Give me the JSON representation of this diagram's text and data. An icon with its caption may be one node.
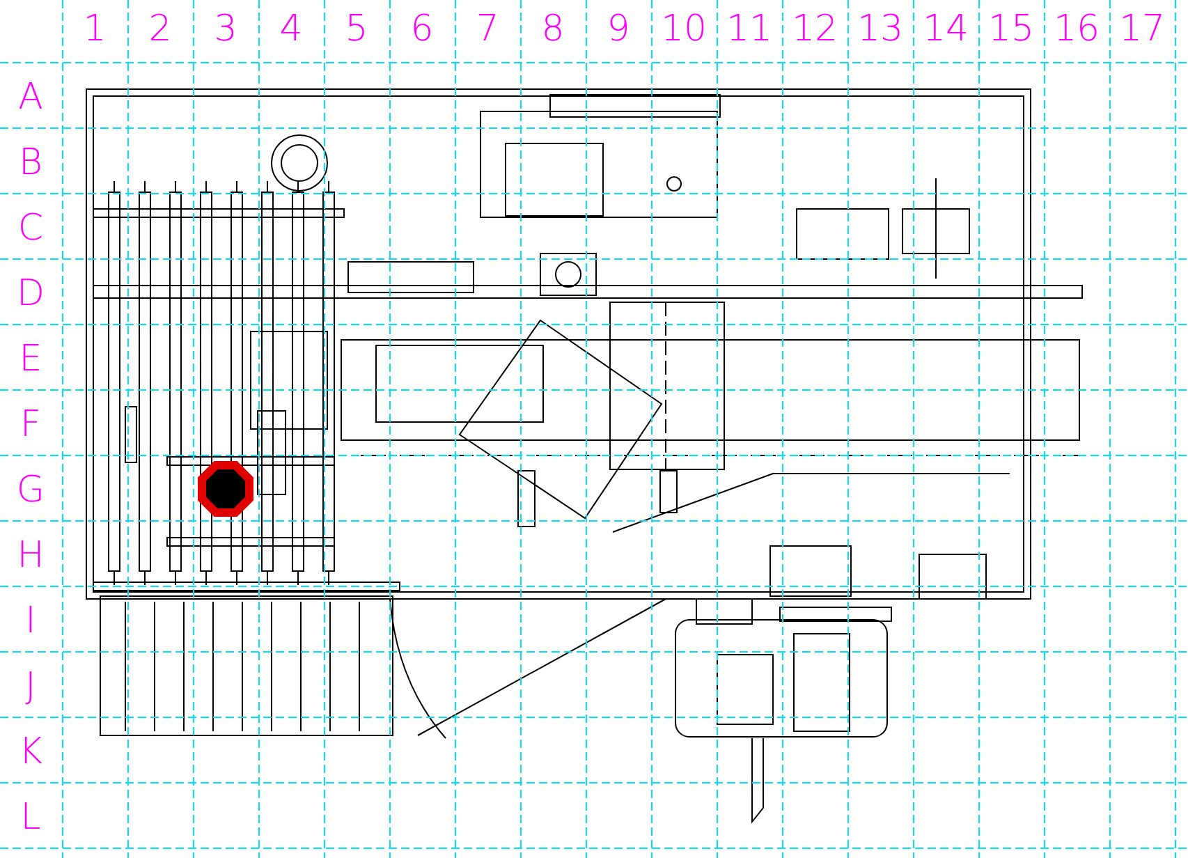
{
  "diagram": {
    "labels": [
      "1",
      "2",
      "3",
      "4",
      "5",
      "6",
      "7",
      "8",
      "9",
      "10",
      "11",
      "12",
      "13",
      "14",
      "15",
      "16",
      "17",
      "A",
      "B",
      "C",
      "D",
      "E",
      "F",
      "G",
      "H",
      "I",
      "J",
      "K",
      "L"
    ]
  }
}
